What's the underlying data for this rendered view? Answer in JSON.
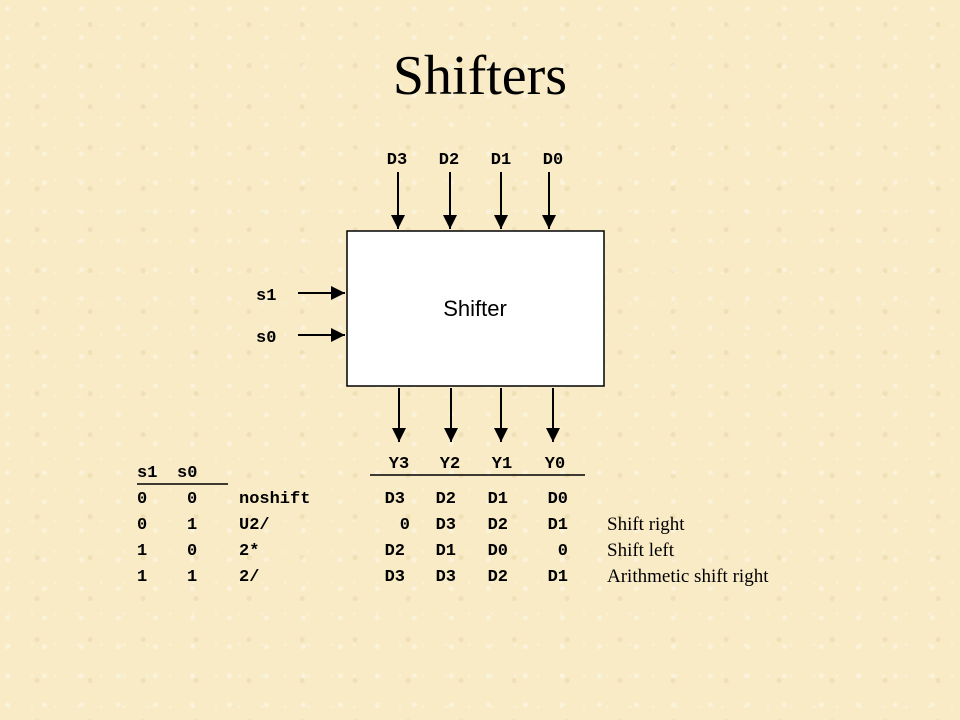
{
  "title": "Shifters",
  "block": {
    "label": "Shifter",
    "inputs": [
      "D3",
      "D2",
      "D1",
      "D0"
    ],
    "controls": [
      "s1",
      "s0"
    ],
    "outputs": [
      "Y3",
      "Y2",
      "Y1",
      "Y0"
    ]
  },
  "table": {
    "control_headers": [
      "s1",
      "s0"
    ],
    "rows": [
      {
        "s1": "0",
        "s0": "0",
        "op": "noshift",
        "y3": "D3",
        "y2": "D2",
        "y1": "D1",
        "y0": "D0",
        "note": ""
      },
      {
        "s1": "0",
        "s0": "1",
        "op": "U2/",
        "y3": "0",
        "y2": "D3",
        "y1": "D2",
        "y0": "D1",
        "note": "Shift right"
      },
      {
        "s1": "1",
        "s0": "0",
        "op": "2*",
        "y3": "D2",
        "y2": "D1",
        "y1": "D0",
        "y0": "0",
        "note": "Shift left"
      },
      {
        "s1": "1",
        "s0": "1",
        "op": "2/",
        "y3": "D3",
        "y2": "D3",
        "y1": "D2",
        "y0": "D1",
        "note": "Arithmetic shift right"
      }
    ]
  }
}
